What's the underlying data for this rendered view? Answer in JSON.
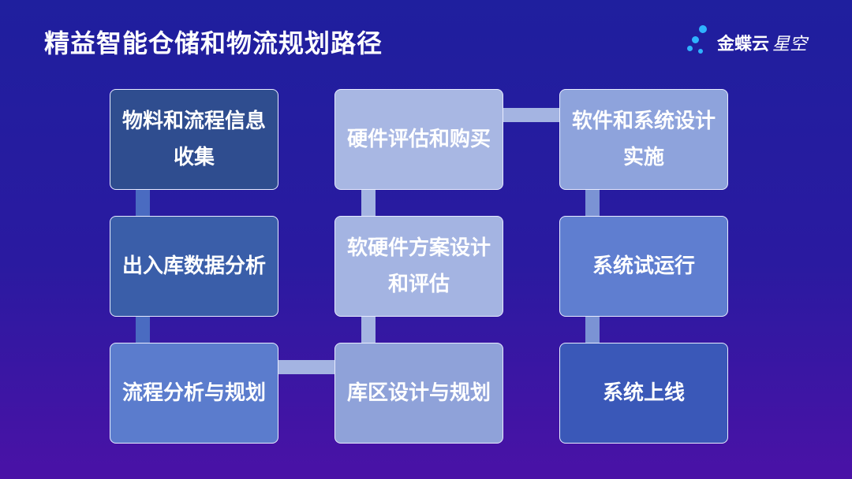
{
  "title": "精益智能仓储和物流规划路径",
  "logo": {
    "brand": "金蝶云",
    "product": "星空"
  },
  "colors": {
    "dark_box": "#2f4d8f",
    "mid_box": "#4a6bc1",
    "light_box": "#a4b4e2",
    "software_box": "#6f8bd2",
    "connector_light": "#a4b4e2",
    "connector_mid": "#4a6bc1",
    "connector_soft": "#7b93d4",
    "logo_dot": "#2fb3ff"
  },
  "steps": [
    {
      "id": "s1",
      "label": "物料和流程信息收集"
    },
    {
      "id": "s2",
      "label": "出入库数据分析"
    },
    {
      "id": "s3",
      "label": "流程分析与规划"
    },
    {
      "id": "s4",
      "label": "库区设计与规划"
    },
    {
      "id": "s5",
      "label": "软硬件方案设计和评估"
    },
    {
      "id": "s6",
      "label": "硬件评估和购买"
    },
    {
      "id": "s7",
      "label": "软件和系统设计实施"
    },
    {
      "id": "s8",
      "label": "系统试运行"
    },
    {
      "id": "s9",
      "label": "系统上线"
    }
  ]
}
